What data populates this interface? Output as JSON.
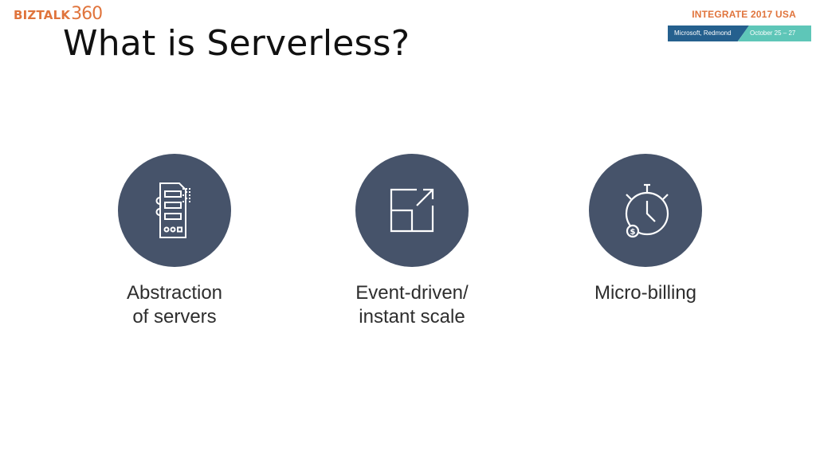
{
  "header": {
    "logo_word": "BIZTALK",
    "logo_number": "360",
    "event_title": "INTEGRATE 2017 USA",
    "event_location": "Microsoft, Redmond",
    "event_dates": "October 25 – 27"
  },
  "slide": {
    "title": "What is Serverless?"
  },
  "features": [
    {
      "icon": "server-icon",
      "label": "Abstraction\nof servers"
    },
    {
      "icon": "scale-icon",
      "label": "Event-driven/\ninstant scale"
    },
    {
      "icon": "stopwatch-dollar-icon",
      "label": "Micro-billing"
    }
  ],
  "colors": {
    "brand_orange": "#e0743c",
    "circle_fill": "#46536a",
    "bar_blue": "#25608e",
    "bar_teal": "#5ec6b8"
  }
}
